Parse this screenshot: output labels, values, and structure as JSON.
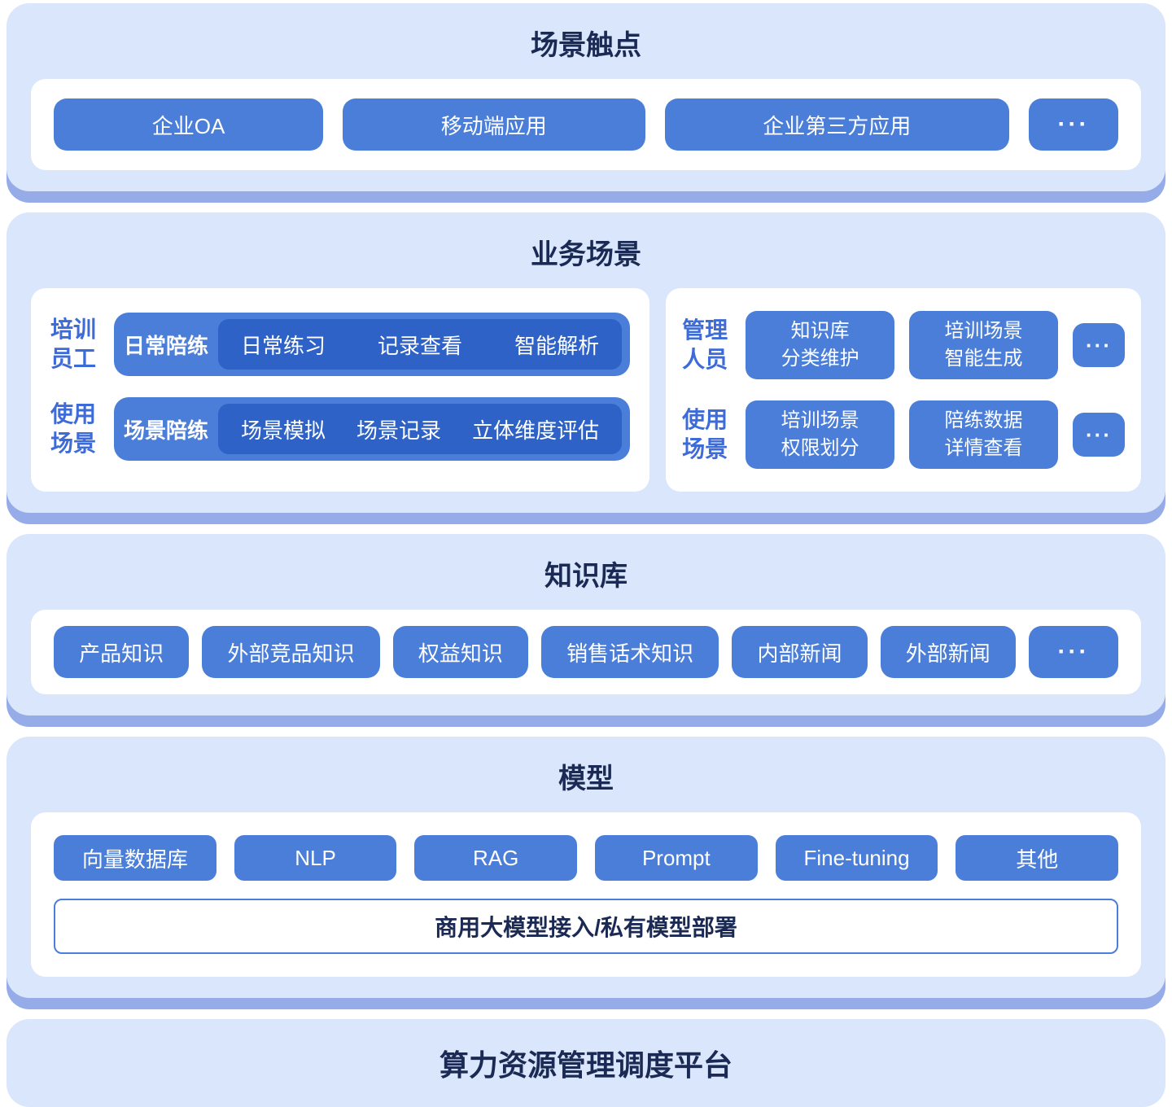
{
  "colors": {
    "panel": "#d9e6fb",
    "panel-shadow": "#95ace8",
    "accent": "#4a7ed9",
    "accent-dark": "#2e62c6",
    "title-text": "#1b2a55",
    "label-text": "#3d6bd8"
  },
  "touchpoints": {
    "title": "场景触点",
    "items": [
      "企业OA",
      "移动端应用",
      "企业第三方应用",
      "···"
    ]
  },
  "business": {
    "title": "业务场景",
    "employee": {
      "label_top": "培训\n员工",
      "label_bottom": "使用\n场景",
      "rows": [
        {
          "name": "日常陪练",
          "items": [
            "日常练习",
            "记录查看",
            "智能解析"
          ]
        },
        {
          "name": "场景陪练",
          "items": [
            "场景模拟",
            "场景记录",
            "立体维度评估"
          ]
        }
      ]
    },
    "manager": {
      "label_top": "管理\n人员",
      "label_bottom": "使用\n场景",
      "rows": [
        {
          "buttons": [
            "知识库\n分类维护",
            "培训场景\n智能生成"
          ],
          "more": "···"
        },
        {
          "buttons": [
            "培训场景\n权限划分",
            "陪练数据\n详情查看"
          ],
          "more": "···"
        }
      ]
    }
  },
  "knowledge": {
    "title": "知识库",
    "items": [
      "产品知识",
      "外部竞品知识",
      "权益知识",
      "销售话术知识",
      "内部新闻",
      "外部新闻",
      "···"
    ]
  },
  "model": {
    "title": "模型",
    "items": [
      "向量数据库",
      "NLP",
      "RAG",
      "Prompt",
      "Fine-tuning",
      "其他"
    ],
    "bar": "商用大模型接入/私有模型部署"
  },
  "platform": {
    "title": "算力资源管理调度平台"
  }
}
